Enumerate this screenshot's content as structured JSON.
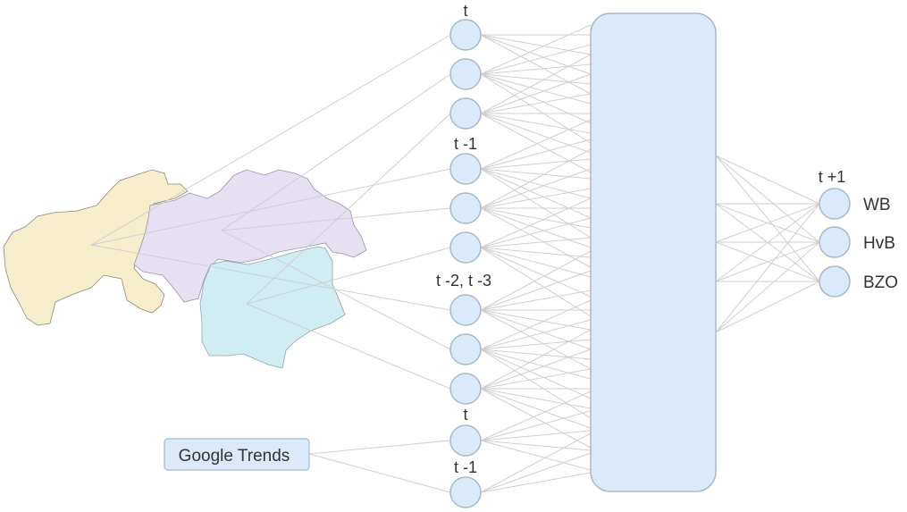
{
  "input_groups": [
    {
      "label": "t"
    },
    {
      "label": "t -1"
    },
    {
      "label": "t -2, t -3"
    },
    {
      "label": "t"
    },
    {
      "label": "t -1"
    }
  ],
  "output_group_label": "t +1",
  "outputs": [
    "WB",
    "HvB",
    "BZO"
  ],
  "source_box": {
    "label": "Google Trends"
  },
  "colors": {
    "node_fill": "#dbeafa",
    "node_stroke": "#a9b8c6",
    "edge": "#cfcfcf",
    "region_west": "#f6edcc",
    "region_center": "#e6e0f2",
    "region_south": "#cfedf2"
  }
}
